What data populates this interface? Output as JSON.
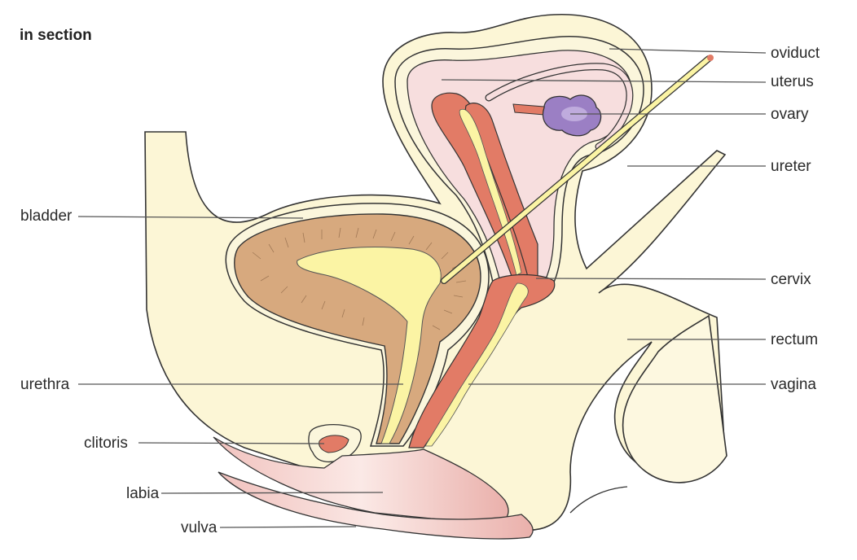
{
  "title": "in section",
  "labels": {
    "oviduct": "oviduct",
    "uterus": "uterus",
    "ovary": "ovary",
    "ureter": "ureter",
    "bladder": "bladder",
    "cervix": "cervix",
    "rectum": "rectum",
    "urethra": "urethra",
    "vagina": "vagina",
    "clitoris": "clitoris",
    "labia": "labia",
    "vulva": "vulva"
  },
  "colors": {
    "tissue": "#fcf6d6",
    "uterine_wall": "#f7dede",
    "muscle": "#e27b66",
    "bladder_wall": "#d7a97e",
    "lumen": "#fbf4a4",
    "ovary": "#9b7fc4",
    "skin": "#eeb3b0",
    "outline": "#333333",
    "leader": "#555555"
  }
}
